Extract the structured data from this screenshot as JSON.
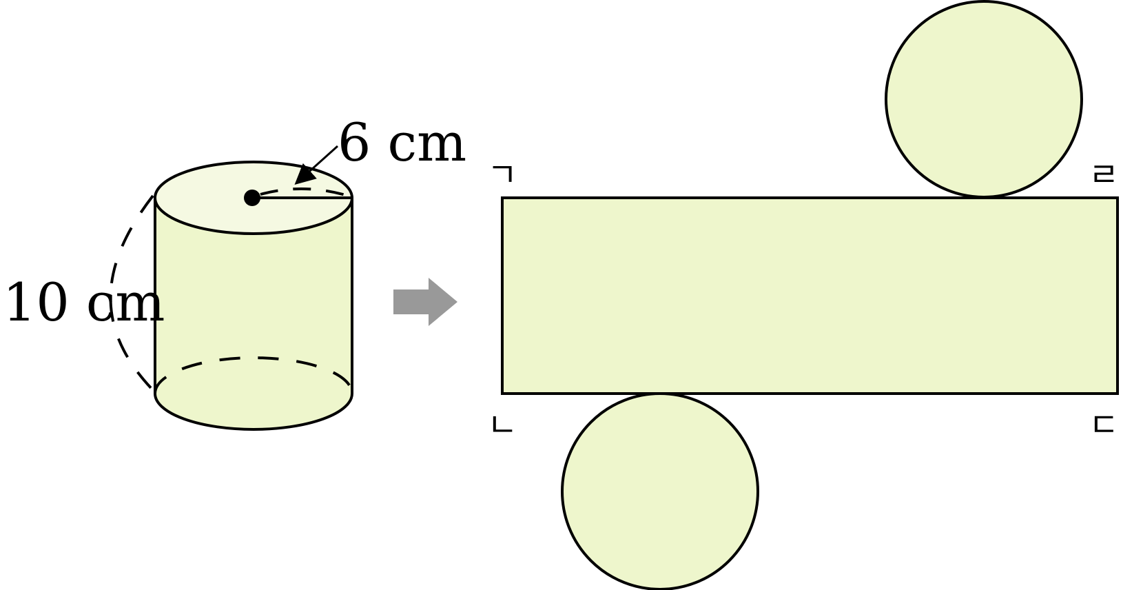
{
  "colors": {
    "fill": "#eef6cc",
    "top_fill": "#f5f9e2",
    "stroke": "#000000",
    "arrow": "#999999"
  },
  "cylinder": {
    "radius_label": "6 cm",
    "height_label": "10 cm"
  },
  "net": {
    "corners": {
      "top_left": "ㄱ",
      "bottom_left": "ㄴ",
      "bottom_right": "ㄷ",
      "top_right": "ㄹ"
    }
  },
  "arrow_icon": "right-arrow-icon"
}
